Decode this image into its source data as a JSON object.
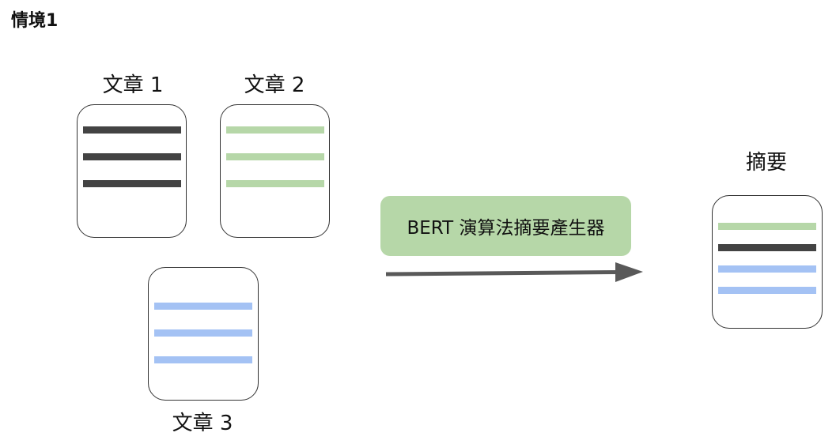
{
  "title": "情境1",
  "documents": [
    {
      "label": "文章 1",
      "line_color": "#434343"
    },
    {
      "label": "文章 2",
      "line_color": "#b6d7a8"
    },
    {
      "label": "文章 3",
      "line_color": "#a4c2f4"
    }
  ],
  "process": {
    "label": "BERT 演算法摘要產生器",
    "fill_color": "#b6d7a8"
  },
  "arrow": {
    "color": "#595959"
  },
  "summary": {
    "label": "摘要",
    "line_colors": [
      "#b6d7a8",
      "#434343",
      "#a4c2f4",
      "#a4c2f4"
    ]
  }
}
